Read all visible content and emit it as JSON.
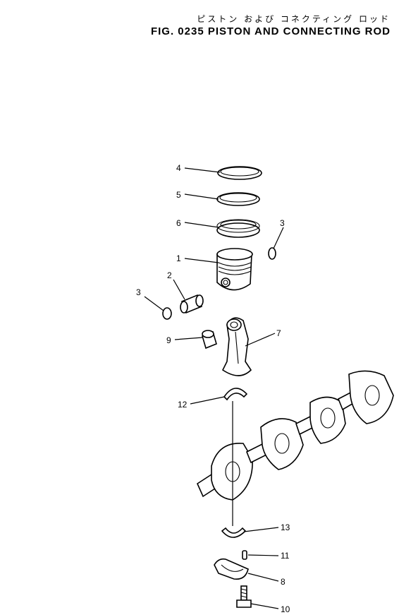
{
  "header": {
    "japanese_title": "ピストン および コネクティング ロッド",
    "figure_title": "FIG. 0235  PISTON AND CONNECTING ROD"
  },
  "callouts": [
    "1",
    "2",
    "3",
    "3",
    "4",
    "5",
    "6",
    "7",
    "8",
    "9",
    "10",
    "11",
    "12",
    "13"
  ]
}
